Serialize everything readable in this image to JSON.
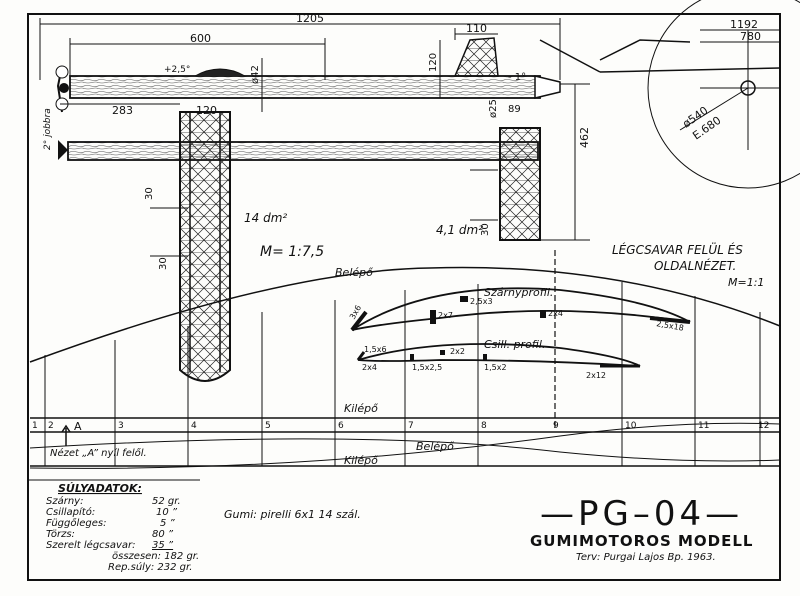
{
  "dimensions": {
    "d1205": "1205",
    "d600": "600",
    "d110": "110",
    "d1192": "1192",
    "d780": "780",
    "d120v": "120",
    "d42": "ø42",
    "dm1": "- 1°",
    "dp25": "+2,5°",
    "d283": "283",
    "d120h": "120",
    "d25": "ø25",
    "d89": "89",
    "d462": "462",
    "d540": "ø540",
    "dE680": "E.680",
    "d30a": "30",
    "d30b": "30",
    "d30c": "30",
    "jobbra": "2° jobbra"
  },
  "areas": {
    "wing": "14 dm²",
    "stab": "4,1 dm²"
  },
  "scale": "M= 1:7,5",
  "prop_note": {
    "line1": "LÉGCSAVAR FELÜL ÉS",
    "line2": "OLDALNÉZET.",
    "scale": "M=1:1"
  },
  "airfoil_labels": {
    "belepo_top": "Belépő",
    "szarnyprofil": "Szárnyprofil.",
    "csillprofil": "Csill. profil.",
    "kilepo1": "Kilépő",
    "belepo2": "Belépő",
    "kilepo2": "Kilépő",
    "s36": "3x6",
    "s25x3": "2,5x3",
    "s2x7": "2x7",
    "s2x4a": "2x4",
    "s25x18": "2,5x18",
    "s15x6": "1,5x6",
    "s2x2": "2x2",
    "s2x4b": "2x4",
    "s15x25": "1,5x2,5",
    "s15x2": "1,5x2",
    "s2x12": "2x12"
  },
  "ribs": [
    "1",
    "2",
    "3",
    "4",
    "5",
    "6",
    "7",
    "8",
    "9",
    "10",
    "11",
    "12"
  ],
  "view_a_marker": "A",
  "view_a_note": "Nézet „A” nyíl felől.",
  "weights": {
    "heading": "SÚLYADATOK:",
    "rows": [
      {
        "label": "Szárny:",
        "value": "52 gr."
      },
      {
        "label": "Csillapító:",
        "value": "10 ”"
      },
      {
        "label": "Függőleges:",
        "value": "5 ”"
      },
      {
        "label": "Törzs:",
        "value": "80 ”"
      },
      {
        "label": "Szerelt légcsavar:",
        "value": "35 ”"
      }
    ],
    "total": "összesen: 182 gr.",
    "flight": "Rep.súly: 232 gr."
  },
  "rubber": "Gumi: pirelli 6x1  14 szál.",
  "title": {
    "name": "—PG–04—",
    "subtitle": "GUMIMOTOROS MODELL",
    "credit": "Terv: Purgai Lajos  Bp. 1963."
  },
  "colors": {
    "ink": "#111111",
    "paper": "#fdfdfb"
  }
}
